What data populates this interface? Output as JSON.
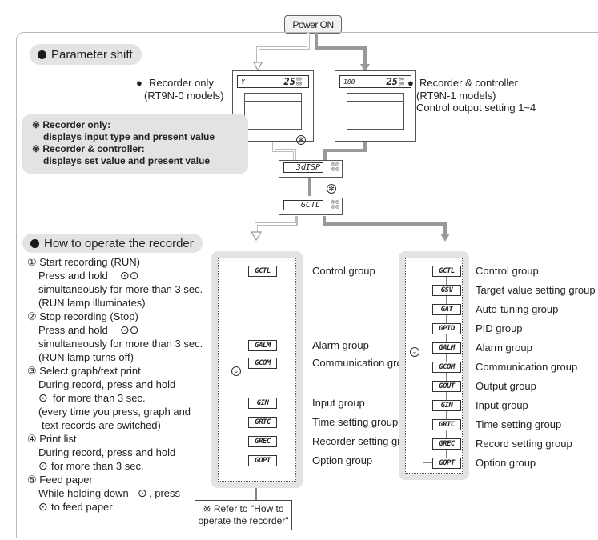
{
  "power_on": "Power ON",
  "parameter_shift": "Parameter shift",
  "recorder_only": {
    "title": "Recorder only",
    "models": "(RT9N-0 models)",
    "lcd_left": "Y",
    "lcd_right": "25"
  },
  "recorder_controller": {
    "title": "Recorder & controller",
    "models": "(RT9N-1 models)",
    "setting": "Control output  setting 1~4",
    "lcd_left": "100",
    "lcd_right": "25"
  },
  "note": {
    "line1": "※ Recorder only:",
    "line2": "displays input type and present value",
    "line3": "※ Recorder & controller:",
    "line4": "displays set value and present value"
  },
  "disp_lcd": "3dISP",
  "gctl_lcd": "GCTL",
  "asterisk": "✻",
  "how_to": {
    "title": "How to operate the recorder",
    "steps": [
      "① Start recording (RUN)",
      "Press and hold",
      "simultaneously for more than 3 sec.",
      "(RUN lamp illuminates)",
      "② Stop recording (Stop)",
      "Press and hold",
      "simultaneously for more than 3 sec.",
      "(RUN lamp turns off)",
      "③ Select graph/text print",
      "During record, press and hold",
      "for more than 3 sec.",
      "(every time you press, graph and",
      "text records are switched)",
      "④ Print list",
      "During record, press and hold",
      "for more than 3 sec.",
      "⑤ Feed paper",
      "While holding down",
      ", press",
      "to feed paper"
    ]
  },
  "left_groups": [
    {
      "code": "GCTL",
      "label": "Control group"
    },
    {
      "code": "GALM",
      "label": "Alarm group"
    },
    {
      "code": "GCOM",
      "label": "Communication group"
    },
    {
      "code": "GIN",
      "label": "Input group"
    },
    {
      "code": "GRTC",
      "label": "Time setting group"
    },
    {
      "code": "GREC",
      "label": "Recorder setting group"
    },
    {
      "code": "GOPT",
      "label": "Option group"
    }
  ],
  "right_groups": [
    {
      "code": "GCTL",
      "label": "Control group"
    },
    {
      "code": "GSV",
      "label": "Target value setting group"
    },
    {
      "code": "GAT",
      "label": "Auto-tuning group"
    },
    {
      "code": "GPID",
      "label": "PID group"
    },
    {
      "code": "GALM",
      "label": "Alarm group"
    },
    {
      "code": "GCOM",
      "label": "Communication group"
    },
    {
      "code": "GOUT",
      "label": "Output group"
    },
    {
      "code": "GIN",
      "label": "Input group"
    },
    {
      "code": "GRTC",
      "label": "Time setting group"
    },
    {
      "code": "GREC",
      "label": "Record setting group"
    },
    {
      "code": "GOPT",
      "label": "Option group"
    }
  ],
  "refer": {
    "line1": "※ Refer to \"How to",
    "line2": "operate the recorder\""
  }
}
